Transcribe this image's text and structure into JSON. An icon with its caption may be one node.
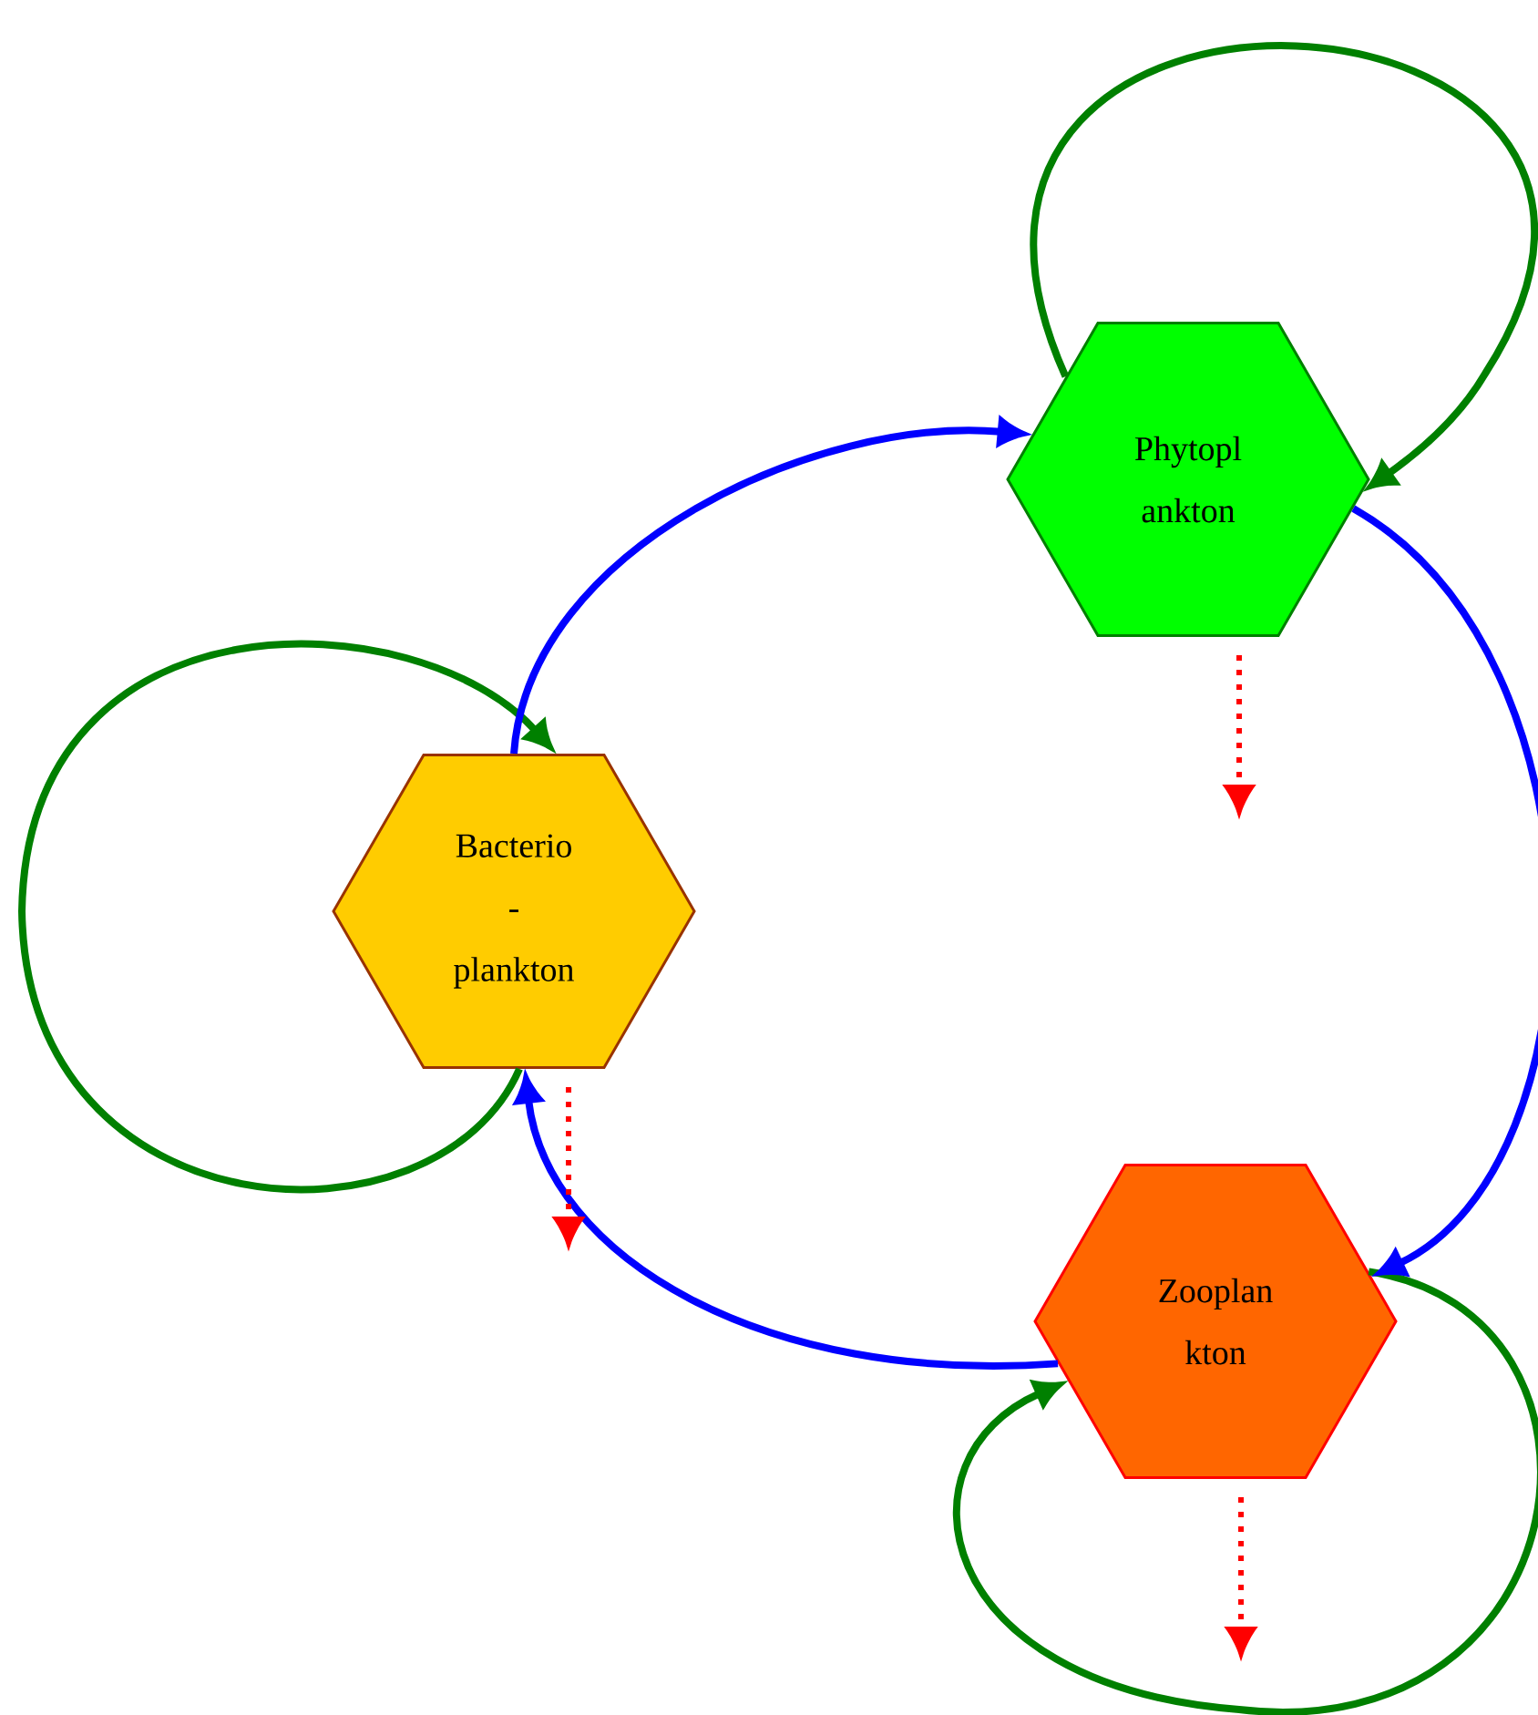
{
  "diagram": {
    "nodes": [
      {
        "text": [
          "Phytopl ankton"
        ]
      },
      {
        "text": [
          "Bacterio - plankton"
        ]
      },
      {
        "text": [
          "Zooplan kton"
        ]
      }
    ],
    "edges": [
      {
        "from": 0,
        "to": 0,
        "arrow": "to",
        "color": "#008000"
      },
      {
        "from": 1,
        "to": 1,
        "arrow": "to",
        "color": "#008000"
      },
      {
        "from": 2,
        "to": 2,
        "arrow": "to",
        "color": "#008000"
      },
      {
        "from": 1,
        "to": 0,
        "arrow": "to",
        "color": "#0000ff"
      },
      {
        "from": 0,
        "to": 2,
        "arrow": "to",
        "color": "#0000ff"
      },
      {
        "from": 2,
        "to": 1,
        "arrow": "to",
        "color": "#0000ff"
      },
      {
        "from": 0,
        "to": null,
        "arrow": "to",
        "style": "dashed",
        "color": "#ff0000"
      },
      {
        "from": 1,
        "to": null,
        "arrow": "to",
        "style": "dashed",
        "color": "#ff0000"
      },
      {
        "from": 2,
        "to": null,
        "arrow": "to",
        "style": "dashed",
        "color": "#ff0000"
      }
    ]
  }
}
